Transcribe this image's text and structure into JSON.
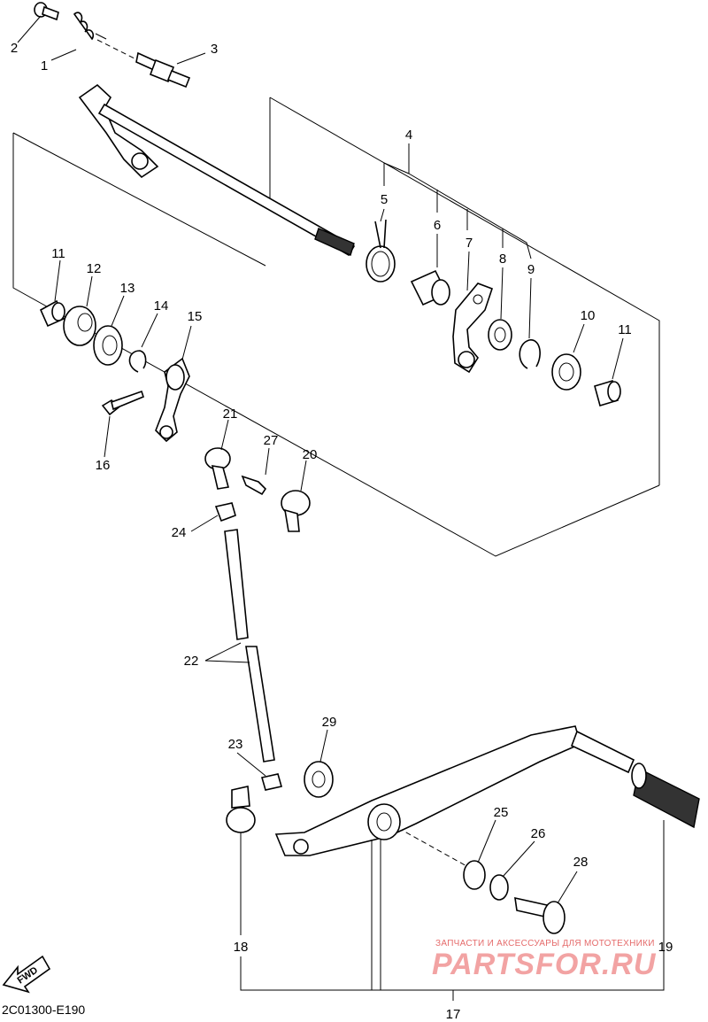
{
  "diagram": {
    "callouts": [
      "1",
      "2",
      "3",
      "4",
      "5",
      "6",
      "7",
      "8",
      "9",
      "10",
      "11",
      "11",
      "12",
      "13",
      "14",
      "15",
      "16",
      "17",
      "18",
      "19",
      "20",
      "21",
      "22",
      "23",
      "24",
      "25",
      "26",
      "27",
      "28",
      "29"
    ],
    "fwd_label": "FWD",
    "drawing_code": "2C01300-E190",
    "watermark_line1": "ЗАПЧАСТИ И АКСЕССУАРЫ ДЛЯ МОТОТЕХНИКИ",
    "watermark_line2": "PARTSFOR.RU"
  }
}
